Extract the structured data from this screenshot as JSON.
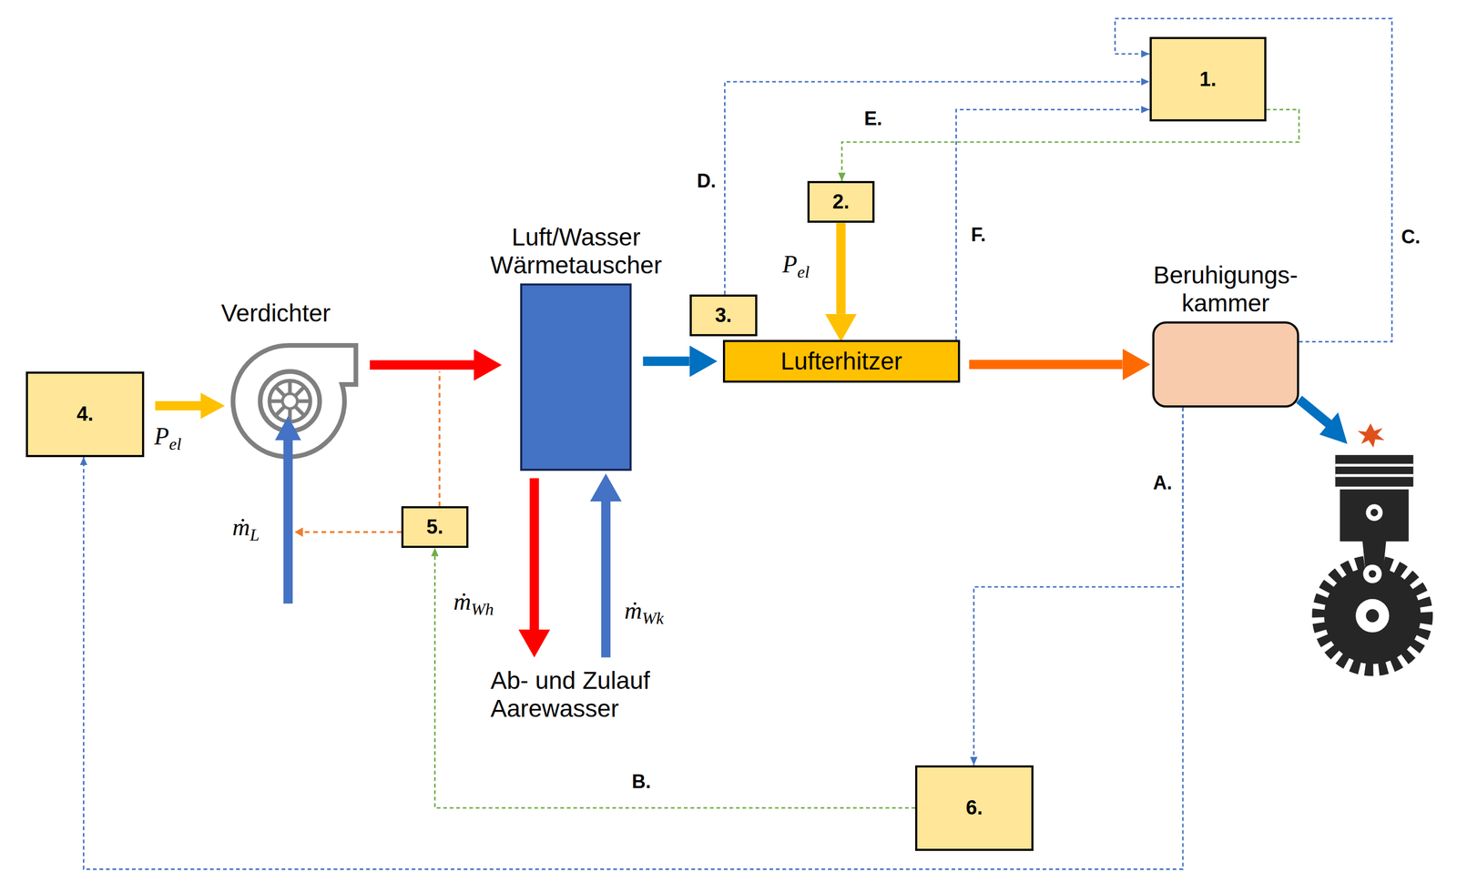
{
  "diagram": {
    "nodes": [
      {
        "text": [
          "1."
        ]
      },
      {
        "text": [
          "2."
        ]
      },
      {
        "text": [
          "Luft/Wasser Wärmetauscher"
        ]
      },
      {
        "text": [
          "3."
        ]
      },
      {
        "text": [
          "Beruhigungs- kammer"
        ]
      },
      {
        "text": [
          "Lufterhitzer"
        ]
      },
      {
        "text": [
          "4."
        ]
      },
      {
        "text": [
          "5."
        ]
      },
      {
        "text": [
          "6."
        ]
      }
    ],
    "edges": [
      {
        "from": 4,
        "to": 0,
        "arrow": "to",
        "label": "C."
      },
      {
        "from": 3,
        "to": 0,
        "arrow": "to",
        "label": "D."
      },
      {
        "from": 5,
        "to": 0,
        "arrow": "to",
        "label": "F."
      },
      {
        "from": 0,
        "to": 1,
        "arrow": "to",
        "label": "E."
      },
      {
        "from": 1,
        "to": 5,
        "arrow": "to",
        "label": "Pel"
      },
      {
        "from": 2,
        "to": 5,
        "arrow": "to"
      },
      {
        "from": 5,
        "to": 4,
        "arrow": "to"
      },
      {
        "from": 4,
        "to": 6,
        "arrow": "to",
        "label": "A."
      },
      {
        "from": 4,
        "to": 8,
        "arrow": "to"
      },
      {
        "from": 8,
        "to": 7,
        "arrow": "to",
        "label": "B."
      }
    ],
    "labels": [
      "Verdichter",
      "Pel",
      "ṁL",
      "ṁWh",
      "ṁWk",
      "Ab- und Zulauf Aarewasser"
    ]
  }
}
